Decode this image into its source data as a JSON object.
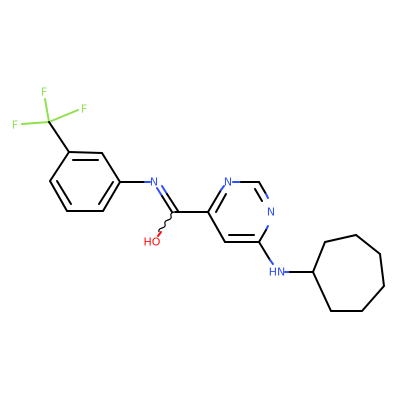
{
  "colors": {
    "bond": "#000000",
    "nitrogen": "#3050f8",
    "oxygen": "#ff0d0d",
    "fluorine": "#90e050",
    "background": "#ffffff"
  },
  "atoms": {
    "f_top": "F",
    "f_left": "F",
    "f_right": "F",
    "n_imine": "N",
    "o_hydroxyl": "HO",
    "n_pyrimidine_top": "N",
    "n_pyrimidine_right": "N",
    "nh_amine": "HN"
  }
}
